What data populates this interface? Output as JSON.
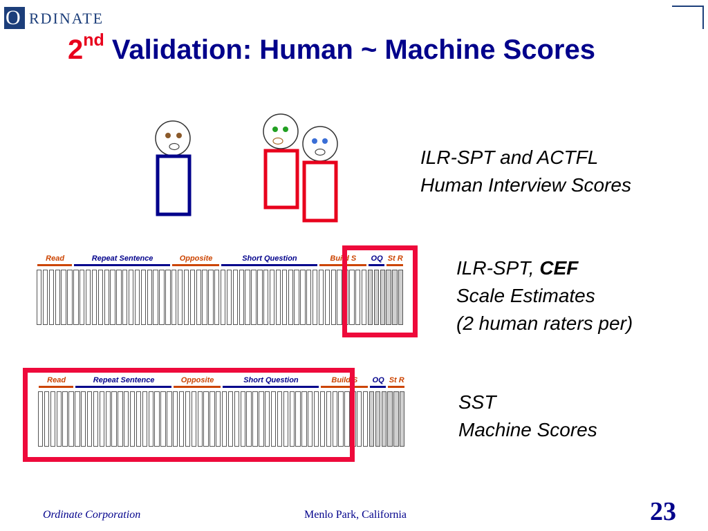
{
  "logo": {
    "mark": "O",
    "text": "RDINATE"
  },
  "title": {
    "ordinal": "2",
    "superscript": "nd",
    "text": " Validation: Human ~ Machine Scores"
  },
  "labels": {
    "human": [
      "ILR-SPT and ACTFL",
      "Human Interview Scores"
    ],
    "scale_line1": "ILR-SPT, ",
    "scale_bold": "CEF",
    "scale_lines": [
      "Scale Estimates",
      "(2 human raters per)"
    ],
    "machine": [
      "SST",
      "Machine Scores"
    ]
  },
  "segments": [
    {
      "label": "Read",
      "color": "#cc4400",
      "count": 6,
      "dark": false
    },
    {
      "label": "Repeat Sentence",
      "color": "#00008b",
      "count": 16,
      "dark": false
    },
    {
      "label": "Opposite",
      "color": "#cc4400",
      "count": 8,
      "dark": false
    },
    {
      "label": "Short Question",
      "color": "#00008b",
      "count": 16,
      "dark": false
    },
    {
      "label": "Build S",
      "color": "#cc4400",
      "count": 8,
      "dark": false
    },
    {
      "label": "OQ",
      "color": "#00008b",
      "count": 3,
      "dark": true
    },
    {
      "label": "St R",
      "color": "#cc4400",
      "count": 3,
      "dark": true
    }
  ],
  "colors": {
    "title_blue": "#00008b",
    "title_red": "#e8001c",
    "highlight_red": "#ee0a3b",
    "figure_blue": "#00008b",
    "figure_red": "#e8001c"
  },
  "footer": {
    "company": "Ordinate Corporation",
    "location": "Menlo Park, California",
    "page": "23"
  }
}
